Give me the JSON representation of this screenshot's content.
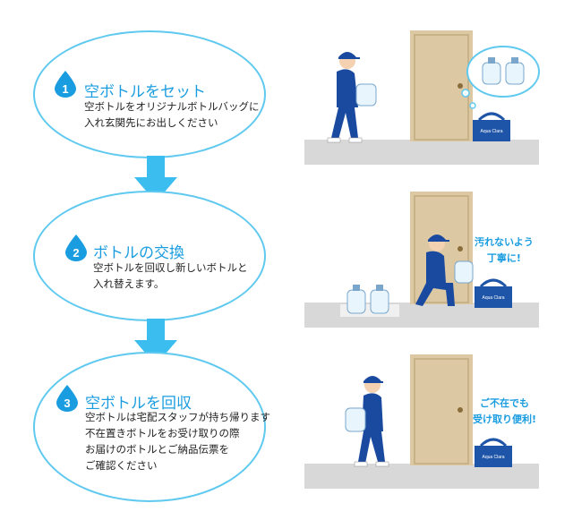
{
  "steps": [
    {
      "number": "1",
      "title": "空ボトルをセット",
      "lines": [
        "空ボトルをオリジナルボトルバッグに",
        "入れ玄関先にお出しください"
      ]
    },
    {
      "number": "2",
      "title": "ボトルの交換",
      "lines": [
        "空ボトルを回収し新しいボトルと",
        "入れ替えます。"
      ]
    },
    {
      "number": "3",
      "title": "空ボトルを回収",
      "lines": [
        "空ボトルは宅配スタッフが持ち帰ります",
        "不在置きボトルをお受け取りの際",
        "お届けのボトルとご納品伝票を",
        "ご確認ください"
      ]
    }
  ],
  "captions": {
    "scene2": [
      "汚れないよう",
      "丁寧に!"
    ],
    "scene3": [
      "ご不在でも",
      "受け取り便利!"
    ]
  },
  "bag_logo": "Aqua Clara",
  "colors": {
    "accent": "#1a9de0",
    "oval_border": "#5fc9ef",
    "arrow": "#3bbdf0",
    "floor": "#d8d8d8",
    "door": "#dcc8a3",
    "bag": "#1f55a8"
  }
}
